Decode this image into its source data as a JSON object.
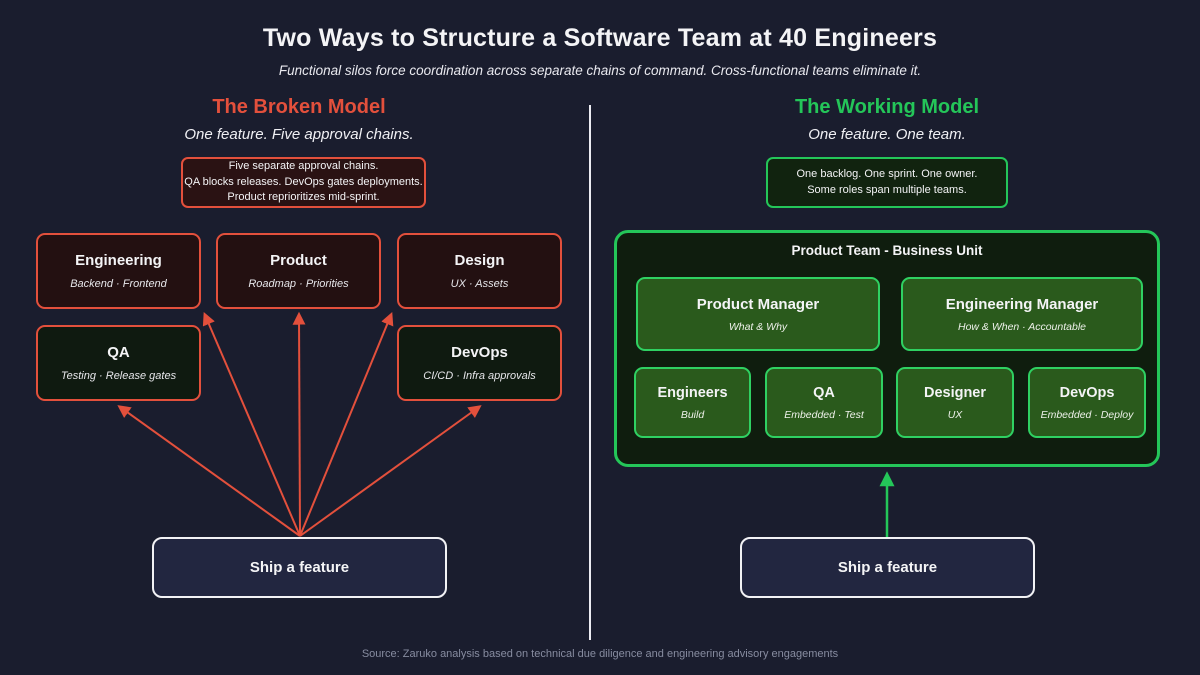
{
  "title": "Two Ways to Structure a Software Team at 40 Engineers",
  "subtitle": "Functional silos force coordination across separate chains of command. Cross-functional teams eliminate it.",
  "footer": "Source: Zaruko analysis based on technical due diligence and engineering advisory engagements",
  "colors": {
    "background": "#1a1d2e",
    "accent_red": "#e3503c",
    "accent_green": "#24c659",
    "ship_fill": "#222640",
    "divider": "#ececf2"
  },
  "broken": {
    "heading": "The Broken Model",
    "tagline": "One feature. Five approval chains.",
    "callout_lines": {
      "0": "Five separate approval chains.",
      "1": "QA blocks releases. DevOps gates deployments.",
      "2": "Product reprioritizes mid-sprint."
    },
    "boxes": {
      "0": {
        "title": "Engineering",
        "subtitle": "Backend · Frontend"
      },
      "1": {
        "title": "Product",
        "subtitle": "Roadmap · Priorities"
      },
      "2": {
        "title": "Design",
        "subtitle": "UX · Assets"
      },
      "3": {
        "title": "QA",
        "subtitle": "Testing · Release gates"
      },
      "4": {
        "title": "DevOps",
        "subtitle": "CI/CD · Infra approvals"
      }
    },
    "ship_label": "Ship a feature"
  },
  "working": {
    "heading": "The Working Model",
    "tagline": "One feature. One team.",
    "callout_lines": {
      "0": "One backlog. One sprint. One owner.",
      "1": "Some roles span multiple teams."
    },
    "container_title": "Product Team - Business Unit",
    "managers": {
      "0": {
        "title": "Product Manager",
        "subtitle": "What & Why"
      },
      "1": {
        "title": "Engineering Manager",
        "subtitle": "How & When · Accountable"
      }
    },
    "members": {
      "0": {
        "title": "Engineers",
        "subtitle": "Build"
      },
      "1": {
        "title": "QA",
        "subtitle": "Embedded · Test"
      },
      "2": {
        "title": "Designer",
        "subtitle": "UX"
      },
      "3": {
        "title": "DevOps",
        "subtitle": "Embedded · Deploy"
      }
    },
    "ship_label": "Ship a feature"
  }
}
